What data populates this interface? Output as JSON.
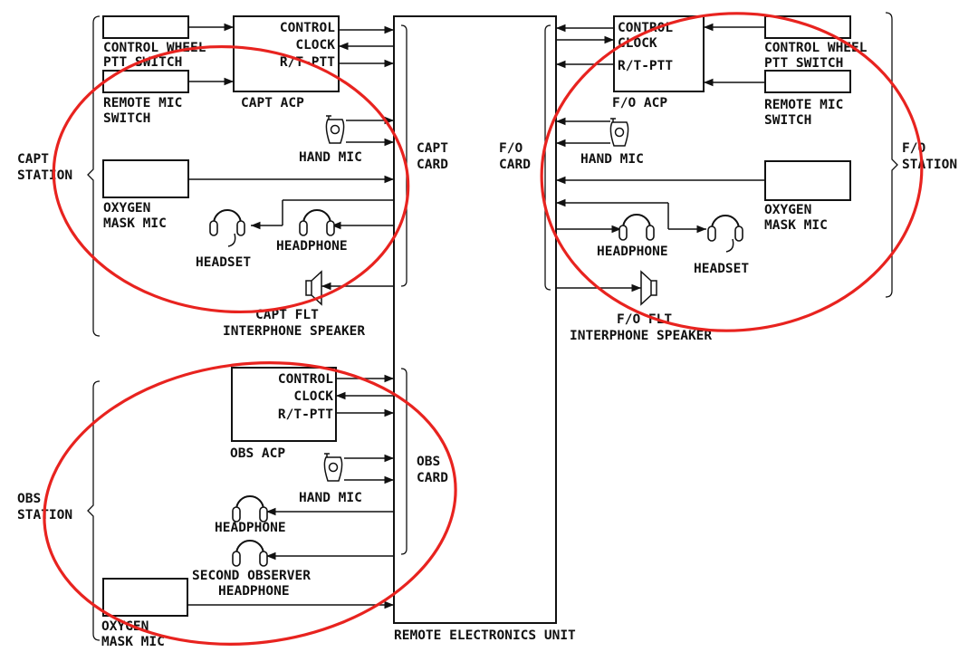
{
  "reu_label": "REMOTE ELECTRONICS UNIT",
  "stations": {
    "capt": {
      "station": [
        "CAPT",
        "STATION"
      ],
      "card": [
        "CAPT",
        "CARD"
      ],
      "ptt": [
        "CONTROL WHEEL",
        "PTT SWITCH"
      ],
      "remote_mic": [
        "REMOTE MIC",
        "SWITCH"
      ],
      "acp_lines": [
        "CONTROL",
        "CLOCK",
        "R/T-PTT"
      ],
      "acp_label": "CAPT ACP",
      "hand_mic": "HAND MIC",
      "oxygen": [
        "OXYGEN",
        "MASK MIC"
      ],
      "headset": "HEADSET",
      "headphone": "HEADPHONE",
      "speaker": [
        "CAPT FLT",
        "INTERPHONE SPEAKER"
      ]
    },
    "fo": {
      "station": [
        "F/O",
        "STATION"
      ],
      "card": [
        "F/O",
        "CARD"
      ],
      "ptt": [
        "CONTROL WHEEL",
        "PTT SWITCH"
      ],
      "remote_mic": [
        "REMOTE MIC",
        "SWITCH"
      ],
      "acp_lines": [
        "CONTROL",
        "CLOCK",
        "R/T-PTT"
      ],
      "acp_label": "F/O ACP",
      "hand_mic": "HAND MIC",
      "oxygen": [
        "OXYGEN",
        "MASK MIC"
      ],
      "headset": "HEADSET",
      "headphone": "HEADPHONE",
      "speaker": [
        "F/O FLT",
        "INTERPHONE SPEAKER"
      ]
    },
    "obs": {
      "station": [
        "OBS",
        "STATION"
      ],
      "card": [
        "OBS",
        "CARD"
      ],
      "acp_lines": [
        "CONTROL",
        "CLOCK",
        "R/T-PTT"
      ],
      "acp_label": "OBS ACP",
      "hand_mic": "HAND MIC",
      "headphone": "HEADPHONE",
      "second_headphone": [
        "SECOND OBSERVER",
        "HEADPHONE"
      ],
      "oxygen": [
        "OXYGEN",
        "MASK MIC"
      ]
    }
  },
  "colors": {
    "ink": "#111111",
    "highlight": "#e8231f"
  }
}
